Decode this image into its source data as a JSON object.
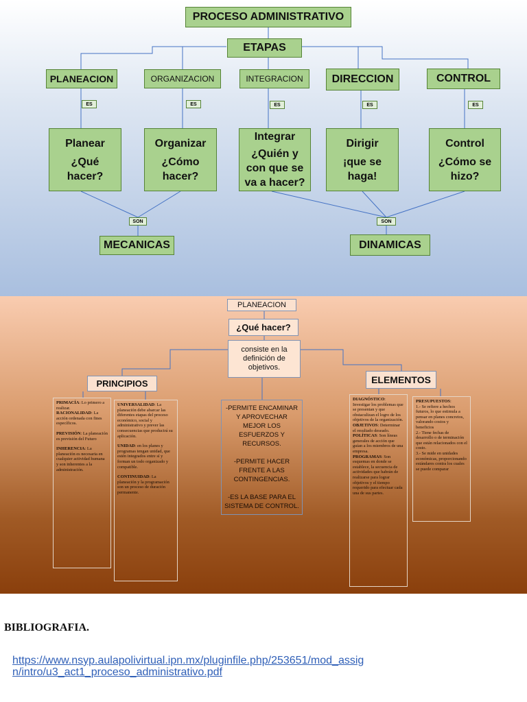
{
  "top": {
    "title": "PROCESO ADMINISTRATIVO",
    "etapas": "ETAPAS",
    "stages": [
      {
        "name": "PLANEACION",
        "tag": "ES",
        "question_1": "Planear",
        "question_2": "¿Qué hacer?"
      },
      {
        "name": "ORGANIZACION",
        "tag": "ES",
        "question_1": "Organizar",
        "question_2": "¿Cómo hacer?"
      },
      {
        "name": "INTEGRACION",
        "tag": "ES",
        "question_1": "Integrar",
        "question_2": "¿Quién y con que se va a hacer?"
      },
      {
        "name": "DIRECCION",
        "tag": "ES",
        "question_1": "Dirigir",
        "question_2": "¡que se haga!"
      },
      {
        "name": "CONTROL",
        "tag": "ES",
        "question_1": "Control",
        "question_2": "¿Cómo se hizo?"
      }
    ],
    "son_left": "SON",
    "son_right": "SON",
    "mecanicas": "MECANICAS",
    "dinamicas": "DINAMICAS"
  },
  "bottom": {
    "planeacion": "PLANEACION",
    "que_hacer": "¿Qué hacer?",
    "consiste": "consiste en la definición de objetivos.",
    "principios": "PRINCIPIOS",
    "elementos": "ELEMENTOS",
    "col1": [
      {
        "term": "PRIMACÍA",
        "text": ": Lo primero a realizar."
      },
      {
        "term": "RACIONALIDAD",
        "text": ": La acción ordenada con fines específicos."
      },
      {
        "term": "PREVISIÓN",
        "text": ": La planeación es previsión del Futuro"
      },
      {
        "term": "INHERENCIA",
        "text": ": La planeación es necesaria en cualquier actividad humana y son inherentes a la administración."
      }
    ],
    "col2": [
      {
        "term": "UNIVERSALIDAD",
        "text": ": La planeación debe abarcar las diferentes etapas del proceso económico, social y administrativo y prever las consecuencias que producirá su aplicación."
      },
      {
        "term": "UNIDAD",
        "text": ": en los planes y programas tengan unidad, que estén integrados entre sí y forman un todo organizado y compatible."
      },
      {
        "term": "CONTINUIDAD",
        "text": ": La planeación y la programación son un proceso de duración permanente."
      }
    ],
    "center_lines": [
      "-PERMITE ENCAMINAR Y APROVECHAR MEJOR LOS ESFUERZOS Y RECURSOS.",
      "-PERMITE HACER FRENTE A LAS CONTINGENCIAS.",
      "-ES LA BASE PARA EL SISTEMA DE CONTROL."
    ],
    "col3": [
      {
        "term": "DIAGNÓSTICO",
        "text": ": Investigar los problemas que se presentan y que obstaculizan el logro de los objetivos de la organización."
      },
      {
        "term": "OBJETIVOS",
        "text": ": Determinar el resultado deseado."
      },
      {
        "term": "POLÍTICAS",
        "text": ": Son líneas generales de acción que guían a los miembros de una empresa."
      },
      {
        "term": "PROGRAMAS",
        "text": ": Son esquemas en donde se establece, la secuencia de actividades que habrán de realizarse para lograr objetivos y el tiempo requerido para efectuar cada una de sus partes."
      }
    ],
    "col4": [
      {
        "term": "PRESUPUESTOS",
        "text": ":"
      },
      {
        "term": "",
        "text": "1.- Se refiere a hechos futuros, lo que estimula a pensar en planes concretos, valorando costos y beneficios"
      },
      {
        "term": "",
        "text": "2.- Tiene fechas de desarrollo o de terminación que están relacionados con el costo."
      },
      {
        "term": "",
        "text": "3.- Se mide en unidades económicas, proporcionando estándares contra los cuales se puede comparar"
      }
    ]
  },
  "bibliography": {
    "title": "BIBLIOGRAFIA.",
    "link_line1": "https://www.nsyp.aulapolivirtual.ipn.mx/pluginfile.php/253651/mod_assig",
    "link_line2": "n/intro/u3_act1_proceso_administrativo.pdf"
  },
  "colors": {
    "green_box": "#a9d18e",
    "green_border": "#548235",
    "connector": "#4472c4",
    "link": "#2f5fb7"
  }
}
